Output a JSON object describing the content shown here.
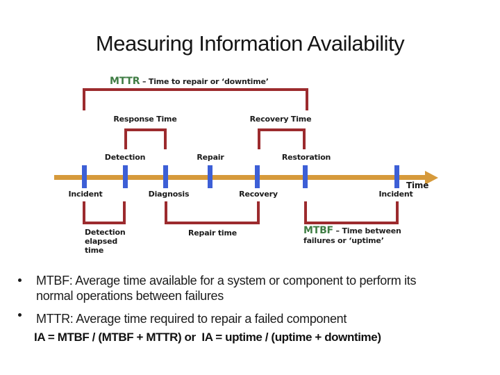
{
  "slide": {
    "title": "Measuring Information Availability",
    "diagram": {
      "mttr": {
        "term": "MTTR",
        "desc": " – Time to repair or ‘downtime’"
      },
      "mtbf": {
        "term": "MTBF",
        "desc": " – Time between",
        "desc_line2": "failures or ‘uptime’"
      },
      "response_time_label": "Response Time",
      "recovery_time_label": "Recovery Time",
      "events_above": [
        "Detection",
        "Repair",
        "Restoration"
      ],
      "events_below": [
        "Incident",
        "Diagnosis",
        "Recovery",
        "Incident"
      ],
      "axis_label": "Time",
      "detection_elapsed_label": "Detection\nelapsed\ntime",
      "repair_time_label": "Repair time",
      "colors": {
        "bracket": "#9C2B2E",
        "timeline_arrow": "#D69A3B",
        "tick": "#3D5FD6",
        "term_highlight": "#3F7D44"
      }
    },
    "bullets": [
      "MTBF: Average time available for a system or component to perform its\nnormal operations between failures",
      "MTTR: Average time required to repair a failed component"
    ],
    "formula": "IA = MTBF / (MTBF + MTTR) or  IA = uptime / (uptime + downtime)"
  }
}
